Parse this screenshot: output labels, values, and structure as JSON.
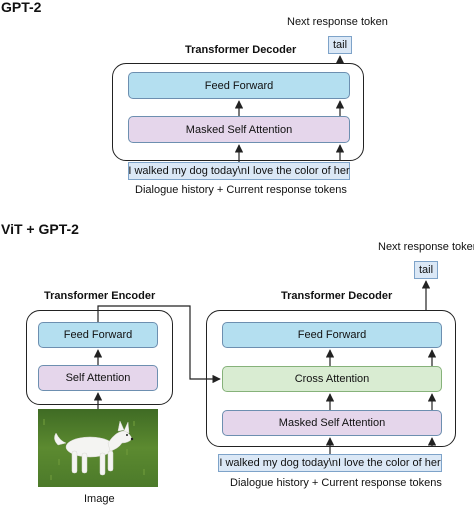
{
  "gpt2": {
    "title": "GPT-2",
    "next_token_label": "Next response token",
    "output_token": "tail",
    "decoder_title": "Transformer Decoder",
    "feed_forward": "Feed Forward",
    "masked_self_attention": "Masked Self Attention",
    "input_text": "I walked my dog today\\nI love the color of her",
    "input_caption": "Dialogue history + Current response tokens"
  },
  "vit_gpt2": {
    "title": "ViT + GPT-2",
    "next_token_label": "Next response token",
    "output_token": "tail",
    "encoder_title": "Transformer Encoder",
    "encoder_feed_forward": "Feed Forward",
    "encoder_self_attention": "Self Attention",
    "image_caption": "Image",
    "decoder_title": "Transformer Decoder",
    "decoder_feed_forward": "Feed Forward",
    "cross_attention": "Cross Attention",
    "masked_self_attention": "Masked Self Attention",
    "input_text": "I walked my dog today\\nI love the color of her",
    "input_caption": "Dialogue history + Current response tokens"
  },
  "colors": {
    "feed_forward_fill": "#b4dff0",
    "attention_fill": "#e5d6eb",
    "cross_attention_fill": "#d9ecd2",
    "token_fill": "#dbe8f6"
  }
}
